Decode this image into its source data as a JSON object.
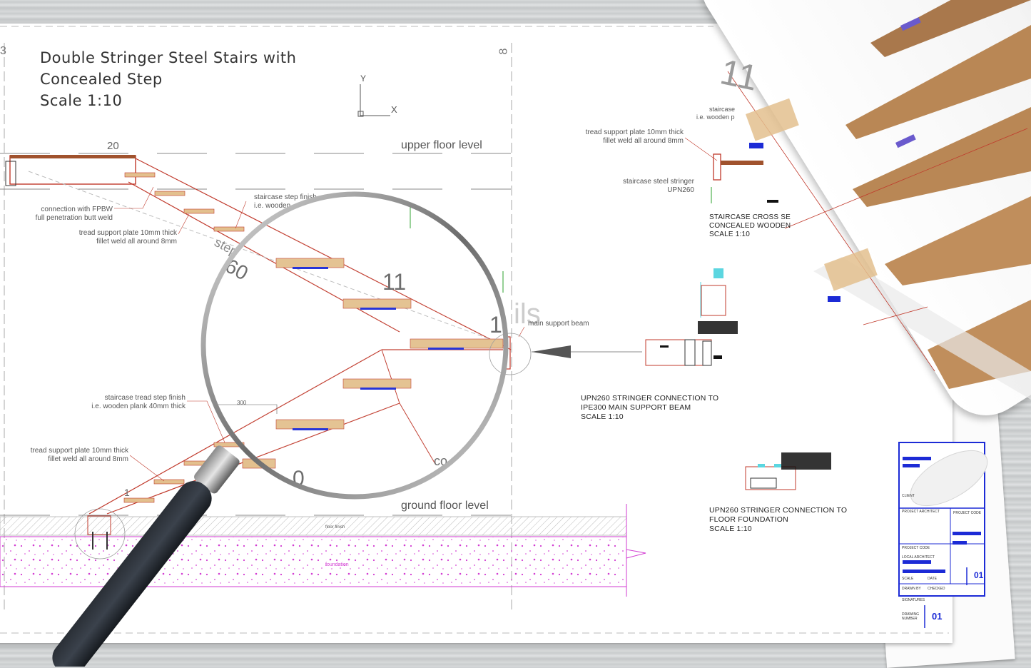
{
  "title": {
    "line1": "Double Stringer Steel Stairs with",
    "line2": "Concealed Step",
    "line3": "Scale 1:10"
  },
  "grid_labels": {
    "top_left": "3",
    "top_mid": "8"
  },
  "axes": {
    "x": "X",
    "y": "Y"
  },
  "levels": {
    "upper": "upper floor level",
    "ground": "ground floor level"
  },
  "dimensions": {
    "top": "20",
    "step_count_a": "11",
    "step_count_b": "1",
    "riser": "300",
    "bottom_step": "1",
    "steps_60": "60",
    "zero": "0"
  },
  "partial_text": {
    "steps": "step",
    "details": "ils",
    "co": "co"
  },
  "annotations": {
    "connection_1": "connection with FPBW",
    "connection_2": "full penetration butt weld",
    "tread_plate_1": "tread support plate 10mm thick",
    "tread_plate_2": "fillet weld all around 8mm",
    "step_finish_1": "staircase step finish",
    "step_finish_2": "i.e. wooden",
    "main_support": "main support beam",
    "tread_finish_1": "staircase tread step finish",
    "tread_finish_2": "i.e. wooden plank 40mm thick",
    "tread_plate_b1": "tread support plate 10mm thick",
    "tread_plate_b2": "fillet weld all around 8mm",
    "floor_finish": "floor finish",
    "foundation": "foundation",
    "cs_tread_1": "tread support plate 10mm thick",
    "cs_tread_2": "fillet weld all around 8mm",
    "cs_stringer_1": "staircase steel stringer",
    "cs_stringer_2": "UPN260",
    "cs_finish_1": "staircase",
    "cs_finish_2": "i.e. wooden p"
  },
  "captions": {
    "cross_section": [
      "STAIRCASE CROSS SE",
      "CONCEALED WOODEN",
      "SCALE 1:10"
    ],
    "beam_connection": [
      "UPN260 STRINGER CONNECTION TO",
      "IPE300 MAIN SUPPORT BEAM",
      "SCALE 1:10"
    ],
    "foundation_connection": [
      "UPN260 STRINGER CONNECTION TO",
      "FLOOR FOUNDATION",
      "SCALE 1:10"
    ]
  },
  "roll_text": {
    "numeral": "11"
  },
  "title_block": {
    "client": "CLIENT",
    "project_architect": "PROJECT ARCHITECT",
    "project_code": "PROJECT CODE",
    "local_architect": "LOCAL ARCHITECT",
    "scale": "SCALE",
    "date": "DATE",
    "drawn_by": "DRAWN BY",
    "checked": "CHECKED",
    "signatures": "SIGNATURES",
    "drawing_number": "DRAWING NUMBER",
    "number": "01",
    "number_back": "01"
  },
  "colors": {
    "steel": "#c0392b",
    "wood": "#e3c08e",
    "plate": "#1c2bd6",
    "foundation": "#d23bd2",
    "guide": "#c8c8c8"
  }
}
